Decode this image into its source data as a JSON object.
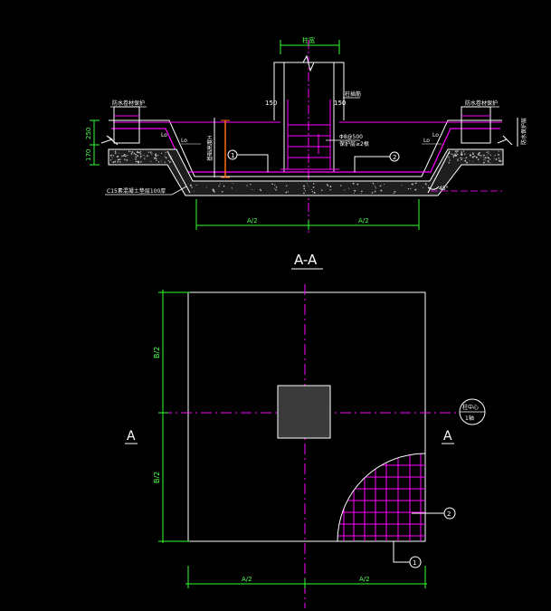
{
  "colors": {
    "background": "#000000",
    "magenta": "#ff00ff",
    "green": "#33ff33",
    "white": "#ffffff",
    "orange": "#ff6a00",
    "cyan": "#00e5ff",
    "gray_fill": "#3b3b3b"
  },
  "section": {
    "title": "A-A",
    "top_dim": "柱宽",
    "col_offset_left": "150",
    "col_offset_right": "150",
    "label_left_top": "防水卷材保护",
    "label_right_top": "防水卷材保护",
    "label_center_right": "柱插筋",
    "rebar_spec": "Φ8@500",
    "rebar_note": "保护层≥2根",
    "depth_label": "基础高度H",
    "lo_left_1": "Lo",
    "lo_left_2": "Lo",
    "lo_right_1": "Lo",
    "lo_right_2": "Lo",
    "left_dim_1": "250",
    "left_dim_2": "170",
    "base_label": "C15素混凝土垫层100厚",
    "angle_label": "45°",
    "right_side_label": "防水保护层",
    "dim_half_left": "A/2",
    "dim_half_right": "A/2",
    "callout_1": "1",
    "callout_2": "2"
  },
  "plan": {
    "section_mark_left": "A",
    "section_mark_right": "A",
    "dim_b_top": "B/2",
    "dim_b_bottom": "B/2",
    "dim_a_left": "A/2",
    "dim_a_right": "A/2",
    "callout_1": "1",
    "callout_2": "2",
    "axis_label_top": "柱中心",
    "axis_label_bottom": "1轴"
  }
}
